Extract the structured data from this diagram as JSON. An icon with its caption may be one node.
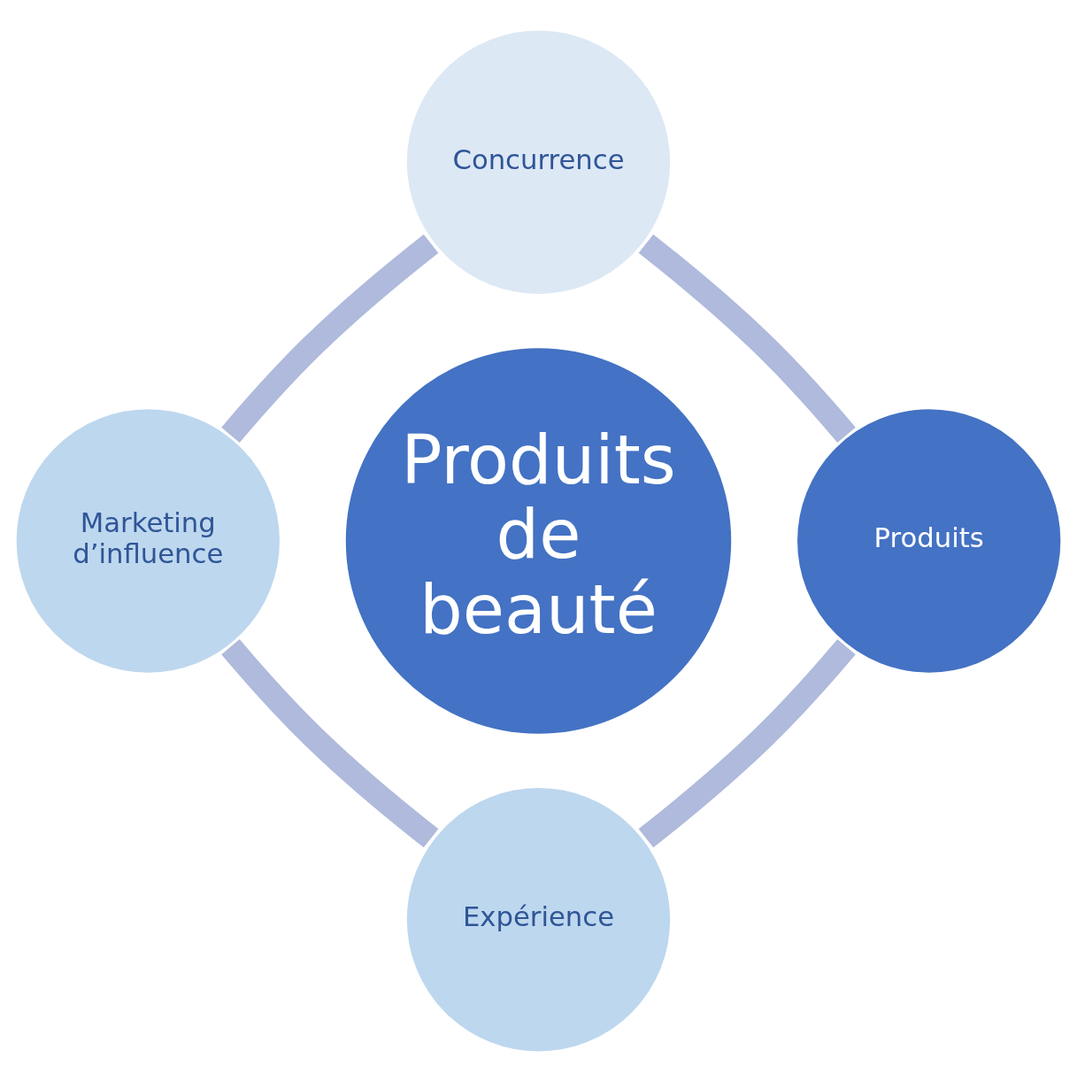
{
  "diagram": {
    "nodes": [
      {
        "text": [
          "Produits de beauté"
        ]
      },
      {
        "text": [
          "Concurrence"
        ]
      },
      {
        "text": [
          "Produits"
        ]
      },
      {
        "text": [
          "Expérience"
        ]
      },
      {
        "text": [
          "Marketing d’influence"
        ]
      }
    ],
    "edges": [
      {
        "from": 1,
        "to": 2,
        "arrow": "none"
      },
      {
        "from": 2,
        "to": 3,
        "arrow": "none"
      },
      {
        "from": 3,
        "to": 4,
        "arrow": "none"
      },
      {
        "from": 4,
        "to": 1,
        "arrow": "none"
      }
    ]
  }
}
